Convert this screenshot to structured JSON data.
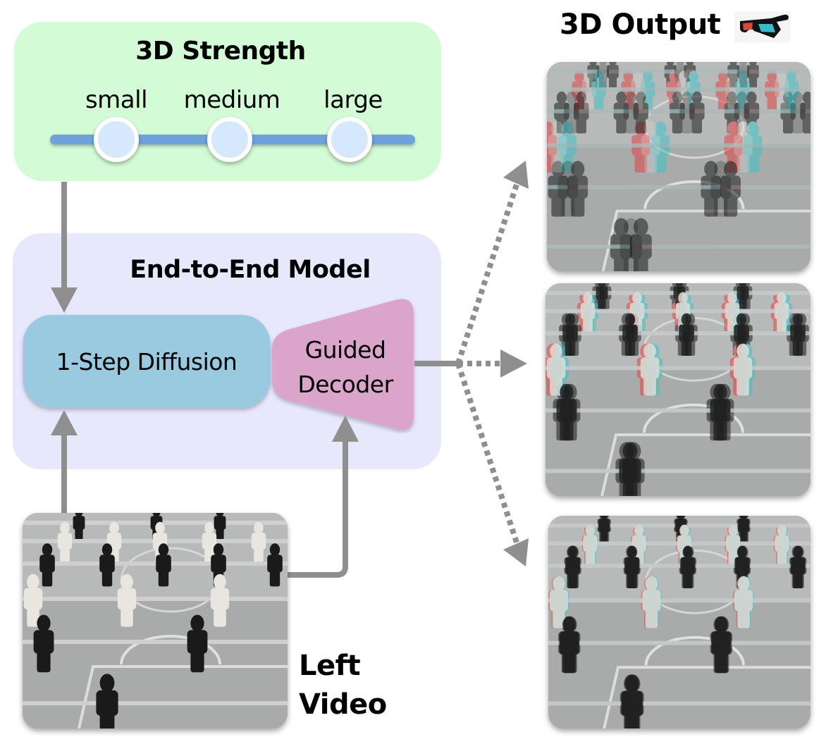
{
  "strength_panel": {
    "title": "3D Strength",
    "levels": [
      {
        "label": "small"
      },
      {
        "label": "medium"
      },
      {
        "label": "large"
      }
    ],
    "colors": {
      "panel": "#d3fbd6",
      "track": "#6fa2dc",
      "knob": "#d6e8fc"
    }
  },
  "model_panel": {
    "title": "End-to-End Model",
    "diffusion_block": "1-Step Diffusion",
    "decoder_block": [
      "Guided",
      "Decoder"
    ],
    "colors": {
      "panel": "#e8e8fd",
      "diffusion": "#99cadf",
      "decoder": "#dba5cb"
    }
  },
  "input": {
    "label": [
      "Left",
      "Video"
    ]
  },
  "output": {
    "title": "3D Output",
    "icon": "anaglyph-3d-glasses-icon",
    "images": [
      {
        "name": "large-disparity-output",
        "strength": "large"
      },
      {
        "name": "medium-disparity-output",
        "strength": "medium"
      },
      {
        "name": "small-disparity-output",
        "strength": "small"
      }
    ]
  },
  "arrow_color": "#8f8f8f"
}
